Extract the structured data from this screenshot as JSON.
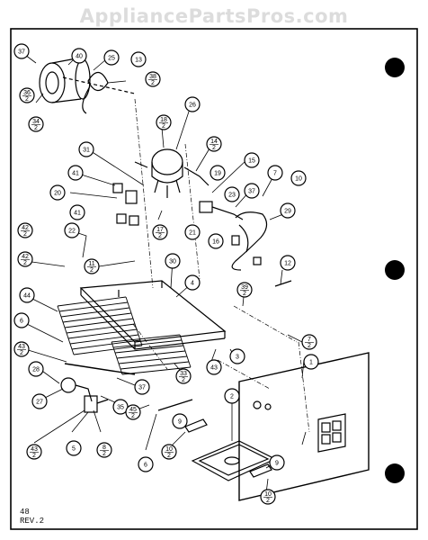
{
  "watermark": "AppliancePartsPros.com",
  "footer": {
    "line1": "48",
    "line2": "REV.2"
  },
  "callouts": [
    {
      "id": "c37a",
      "top": "37",
      "bottom": ""
    },
    {
      "id": "c40",
      "top": "40",
      "bottom": ""
    },
    {
      "id": "c25",
      "top": "25",
      "bottom": ""
    },
    {
      "id": "c13",
      "top": "13",
      "bottom": ""
    },
    {
      "id": "c38",
      "top": "38",
      "bottom": "2"
    },
    {
      "id": "c36",
      "top": "36",
      "bottom": "2"
    },
    {
      "id": "c34",
      "top": "34",
      "bottom": "2"
    },
    {
      "id": "c18",
      "top": "18",
      "bottom": "2"
    },
    {
      "id": "c26",
      "top": "26",
      "bottom": ""
    },
    {
      "id": "c14",
      "top": "14",
      "bottom": "2"
    },
    {
      "id": "c15",
      "top": "15",
      "bottom": ""
    },
    {
      "id": "c31",
      "top": "31",
      "bottom": ""
    },
    {
      "id": "c19",
      "top": "19",
      "bottom": ""
    },
    {
      "id": "c7",
      "top": "7",
      "bottom": ""
    },
    {
      "id": "c10a",
      "top": "10",
      "bottom": ""
    },
    {
      "id": "c41a",
      "top": "41",
      "bottom": ""
    },
    {
      "id": "c20",
      "top": "20",
      "bottom": ""
    },
    {
      "id": "c23",
      "top": "23",
      "bottom": ""
    },
    {
      "id": "c37b",
      "top": "37",
      "bottom": ""
    },
    {
      "id": "c41b",
      "top": "41",
      "bottom": ""
    },
    {
      "id": "c29",
      "top": "29",
      "bottom": ""
    },
    {
      "id": "c22",
      "top": "22",
      "bottom": ""
    },
    {
      "id": "c17",
      "top": "17",
      "bottom": "2"
    },
    {
      "id": "c21",
      "top": "21",
      "bottom": ""
    },
    {
      "id": "c16",
      "top": "16",
      "bottom": ""
    },
    {
      "id": "c42a",
      "top": "42",
      "bottom": "2"
    },
    {
      "id": "c42b",
      "top": "42",
      "bottom": "2"
    },
    {
      "id": "c11",
      "top": "11",
      "bottom": "2"
    },
    {
      "id": "c30",
      "top": "30",
      "bottom": ""
    },
    {
      "id": "c12",
      "top": "12",
      "bottom": ""
    },
    {
      "id": "c4",
      "top": "4",
      "bottom": ""
    },
    {
      "id": "c39",
      "top": "39",
      "bottom": "2"
    },
    {
      "id": "c44",
      "top": "44",
      "bottom": ""
    },
    {
      "id": "c6a",
      "top": "6",
      "bottom": ""
    },
    {
      "id": "c43a",
      "top": "43",
      "bottom": "2"
    },
    {
      "id": "c28",
      "top": "28",
      "bottom": ""
    },
    {
      "id": "c33",
      "top": "33",
      "bottom": "2"
    },
    {
      "id": "c43b",
      "top": "43",
      "bottom": ""
    },
    {
      "id": "c1",
      "top": "1",
      "bottom": ""
    },
    {
      "id": "c7b",
      "top": "7",
      "bottom": "2"
    },
    {
      "id": "c3",
      "top": "3",
      "bottom": ""
    },
    {
      "id": "c37c",
      "top": "37",
      "bottom": ""
    },
    {
      "id": "c35",
      "top": "35",
      "bottom": ""
    },
    {
      "id": "c27",
      "top": "27",
      "bottom": ""
    },
    {
      "id": "c2",
      "top": "2",
      "bottom": ""
    },
    {
      "id": "c45",
      "top": "45",
      "bottom": "2"
    },
    {
      "id": "c9a",
      "top": "9",
      "bottom": ""
    },
    {
      "id": "c10b",
      "top": "10",
      "bottom": "2"
    },
    {
      "id": "c43c",
      "top": "43",
      "bottom": "2"
    },
    {
      "id": "c5",
      "top": "5",
      "bottom": ""
    },
    {
      "id": "c8",
      "top": "8",
      "bottom": "2"
    },
    {
      "id": "c6b",
      "top": "6",
      "bottom": ""
    },
    {
      "id": "c9b",
      "top": "9",
      "bottom": ""
    },
    {
      "id": "c10c",
      "top": "10",
      "bottom": "2"
    }
  ]
}
